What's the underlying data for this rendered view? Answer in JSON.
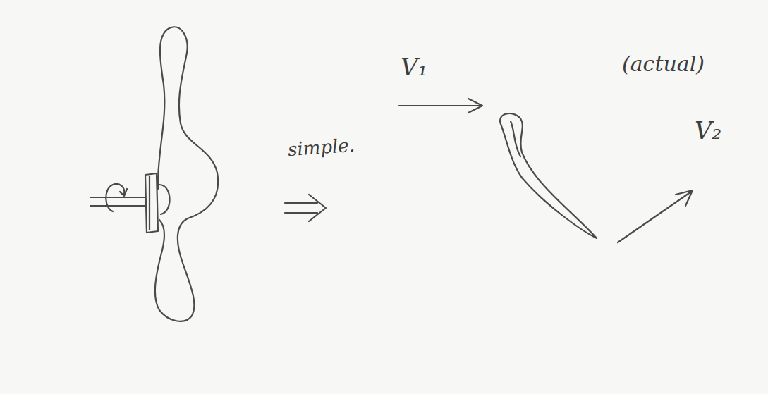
{
  "diagram": {
    "labels": [
      "simple.",
      "V₁",
      "(actual)",
      "V₂"
    ]
  }
}
